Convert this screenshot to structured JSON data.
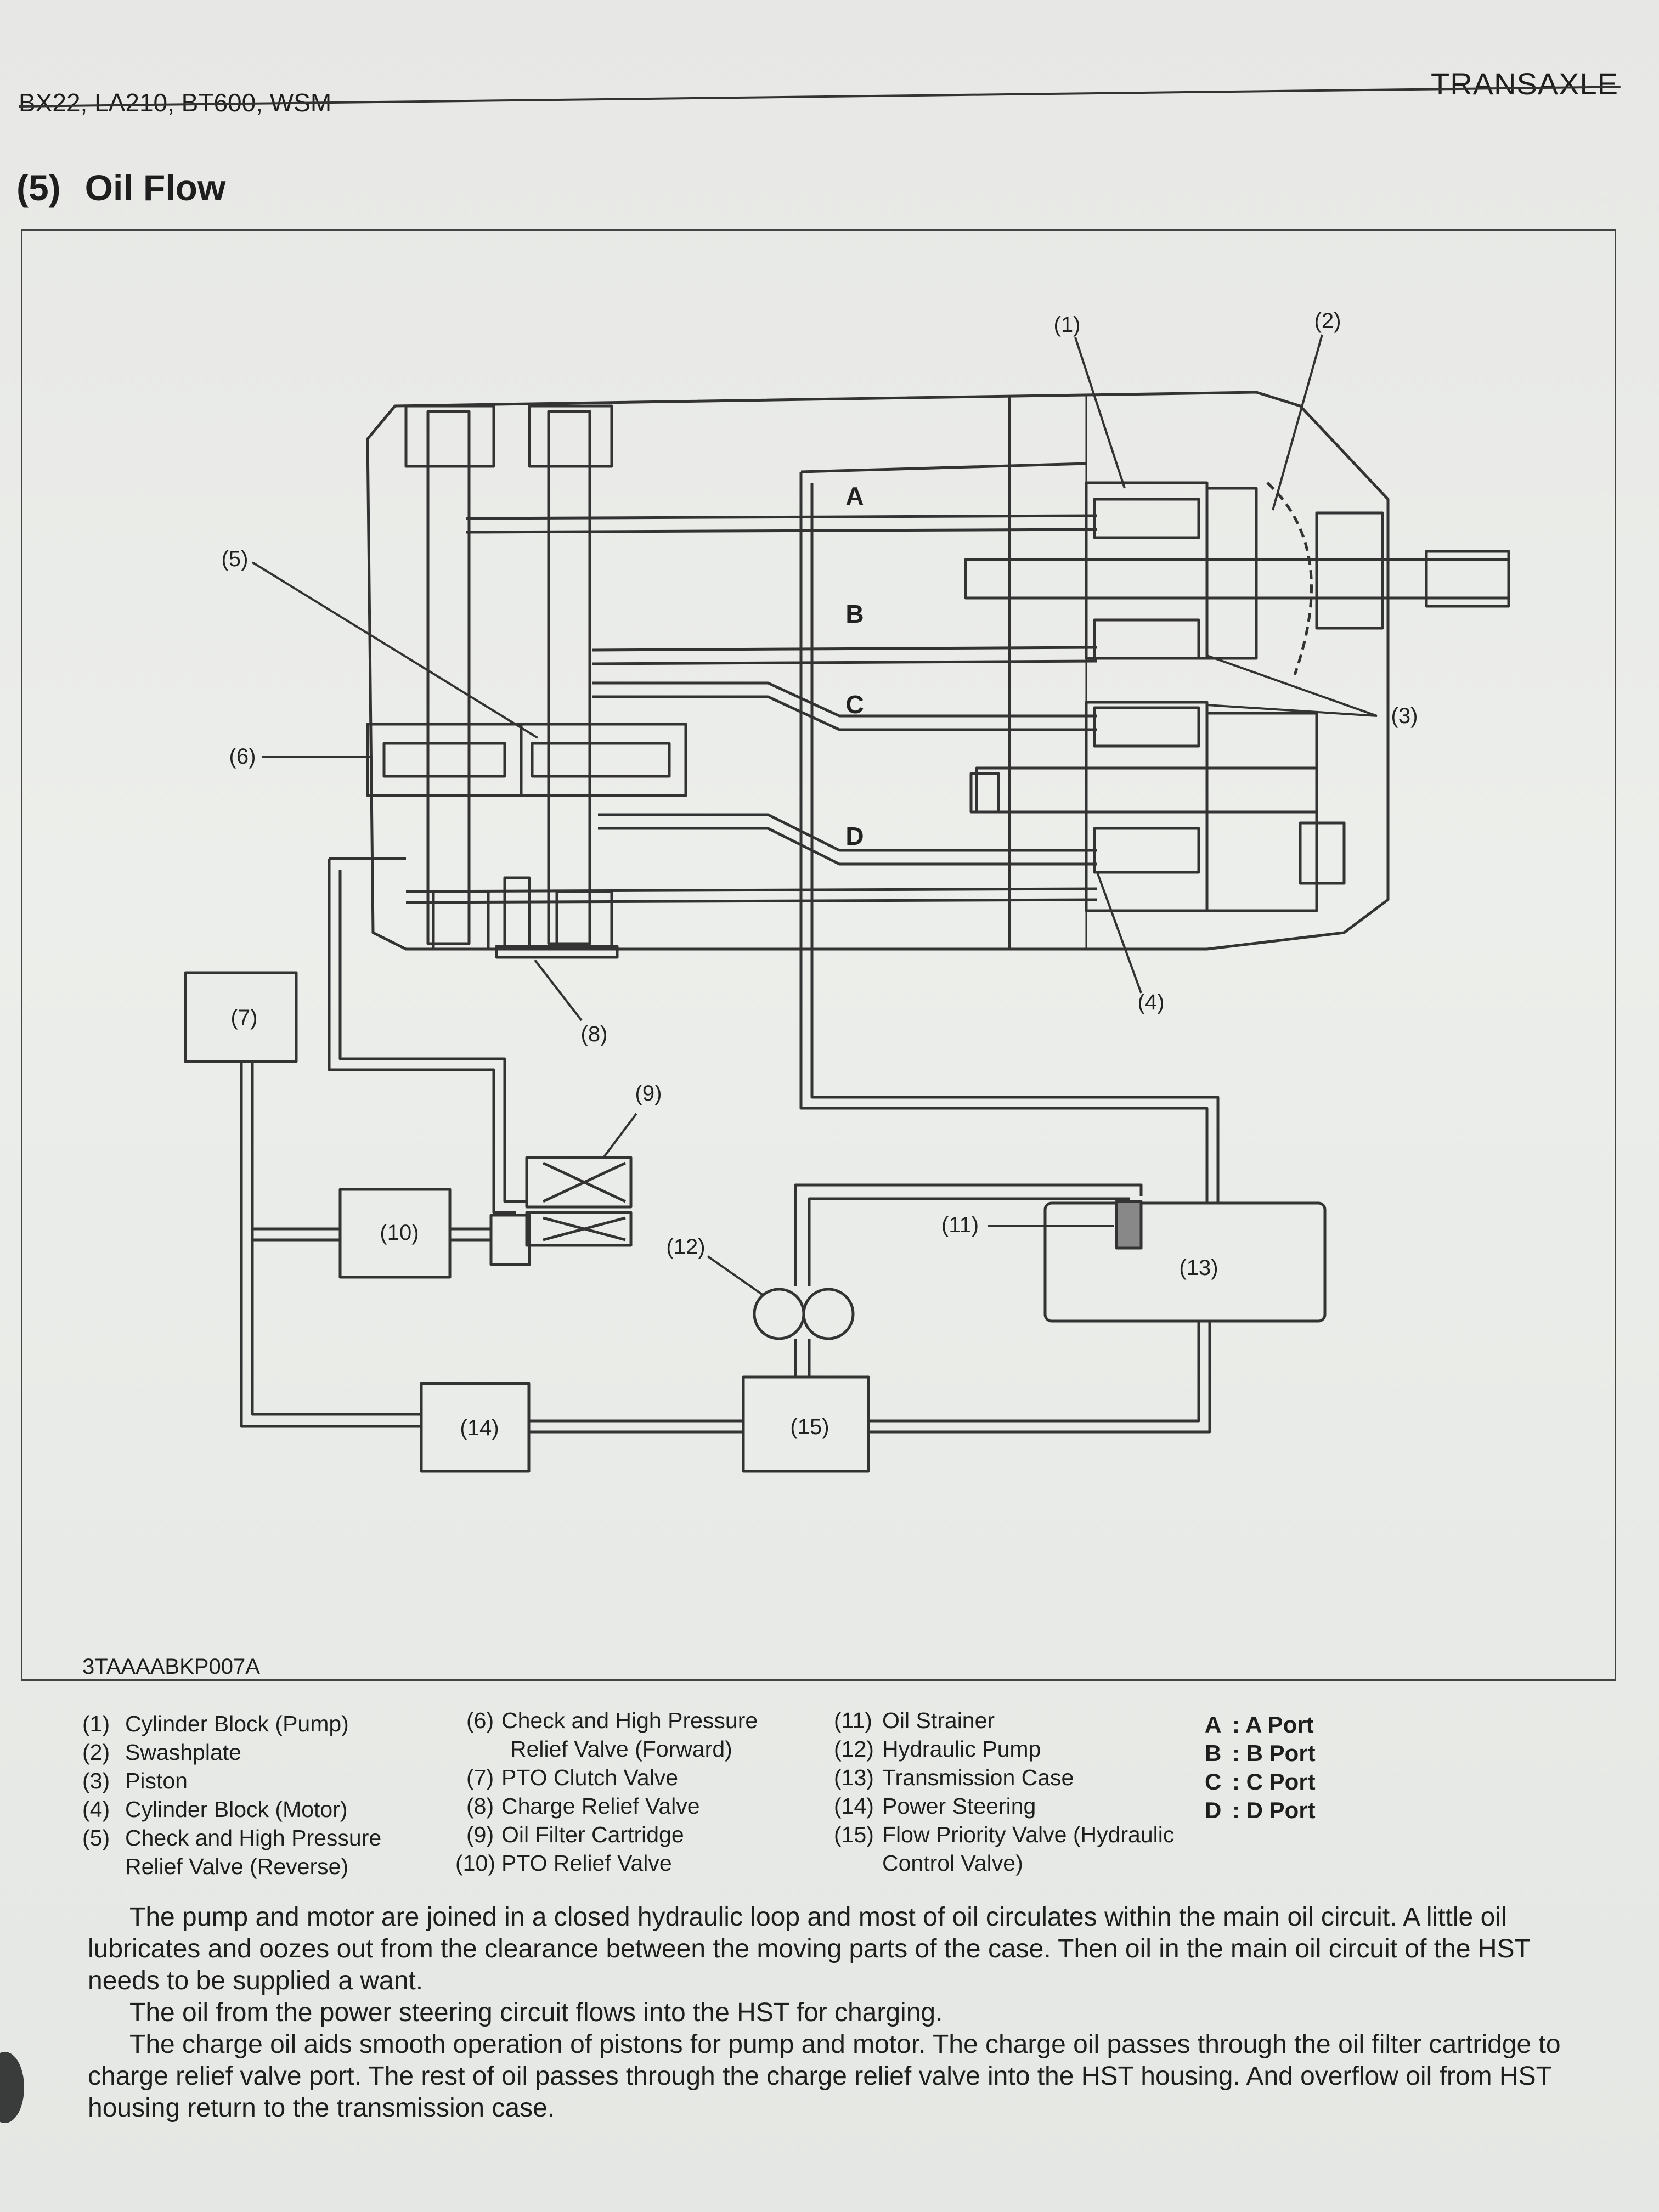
{
  "header": {
    "models": "BX22, LA210, BT600, WSM",
    "section": "TRANSAXLE"
  },
  "title": {
    "number": "(5)",
    "text": "Oil Flow"
  },
  "figure": {
    "code": "3TAAAABKP007A",
    "callouts": {
      "c1": "(1)",
      "c2": "(2)",
      "c3": "(3)",
      "c4": "(4)",
      "c5": "(5)",
      "c6": "(6)",
      "c7": "(7)",
      "c8": "(8)",
      "c9": "(9)",
      "c10": "(10)",
      "c11": "(11)",
      "c12": "(12)",
      "c13": "(13)",
      "c14": "(14)",
      "c15": "(15)"
    },
    "ports": {
      "a": "A",
      "b": "B",
      "c": "C",
      "d": "D"
    }
  },
  "legend": {
    "col1": [
      {
        "k": "(1)",
        "v": "Cylinder Block (Pump)"
      },
      {
        "k": "(2)",
        "v": "Swashplate"
      },
      {
        "k": "(3)",
        "v": "Piston"
      },
      {
        "k": "(4)",
        "v": "Cylinder Block (Motor)"
      },
      {
        "k": "(5)",
        "v": "Check and High Pressure",
        "v2": "Relief Valve (Reverse)"
      }
    ],
    "col2": [
      {
        "k": "(6)",
        "v": "Check and High Pressure",
        "v2": "Relief Valve (Forward)"
      },
      {
        "k": "(7)",
        "v": "PTO Clutch Valve"
      },
      {
        "k": "(8)",
        "v": "Charge Relief Valve"
      },
      {
        "k": "(9)",
        "v": "Oil Filter Cartridge"
      },
      {
        "k": "(10)",
        "v": "PTO Relief Valve"
      }
    ],
    "col3": [
      {
        "k": "(11)",
        "v": "Oil Strainer"
      },
      {
        "k": "(12)",
        "v": "Hydraulic Pump"
      },
      {
        "k": "(13)",
        "v": "Transmission Case"
      },
      {
        "k": "(14)",
        "v": "Power Steering"
      },
      {
        "k": "(15)",
        "v": "Flow Priority Valve (Hydraulic",
        "v2": "Control Valve)"
      }
    ],
    "ports": [
      {
        "k": "A",
        "v": "A Port"
      },
      {
        "k": "B",
        "v": "B Port"
      },
      {
        "k": "C",
        "v": "C Port"
      },
      {
        "k": "D",
        "v": "D Port"
      }
    ]
  },
  "body": {
    "p1": "The pump and motor are joined in a closed hydraulic loop and most of oil circulates within the main oil circuit.  A little oil lubricates and oozes out from the clearance between the moving parts of the case.  Then oil in the main oil circuit of the HST needs to be supplied a want.",
    "p2": "The oil from the power steering circuit flows into the HST for charging.",
    "p3": "The charge oil aids smooth operation of pistons for pump and motor.  The charge oil passes through the oil filter cartridge to charge relief valve port.  The rest of oil passes through the charge relief valve into the HST housing.  And overflow oil from HST housing return to the transmission case."
  }
}
